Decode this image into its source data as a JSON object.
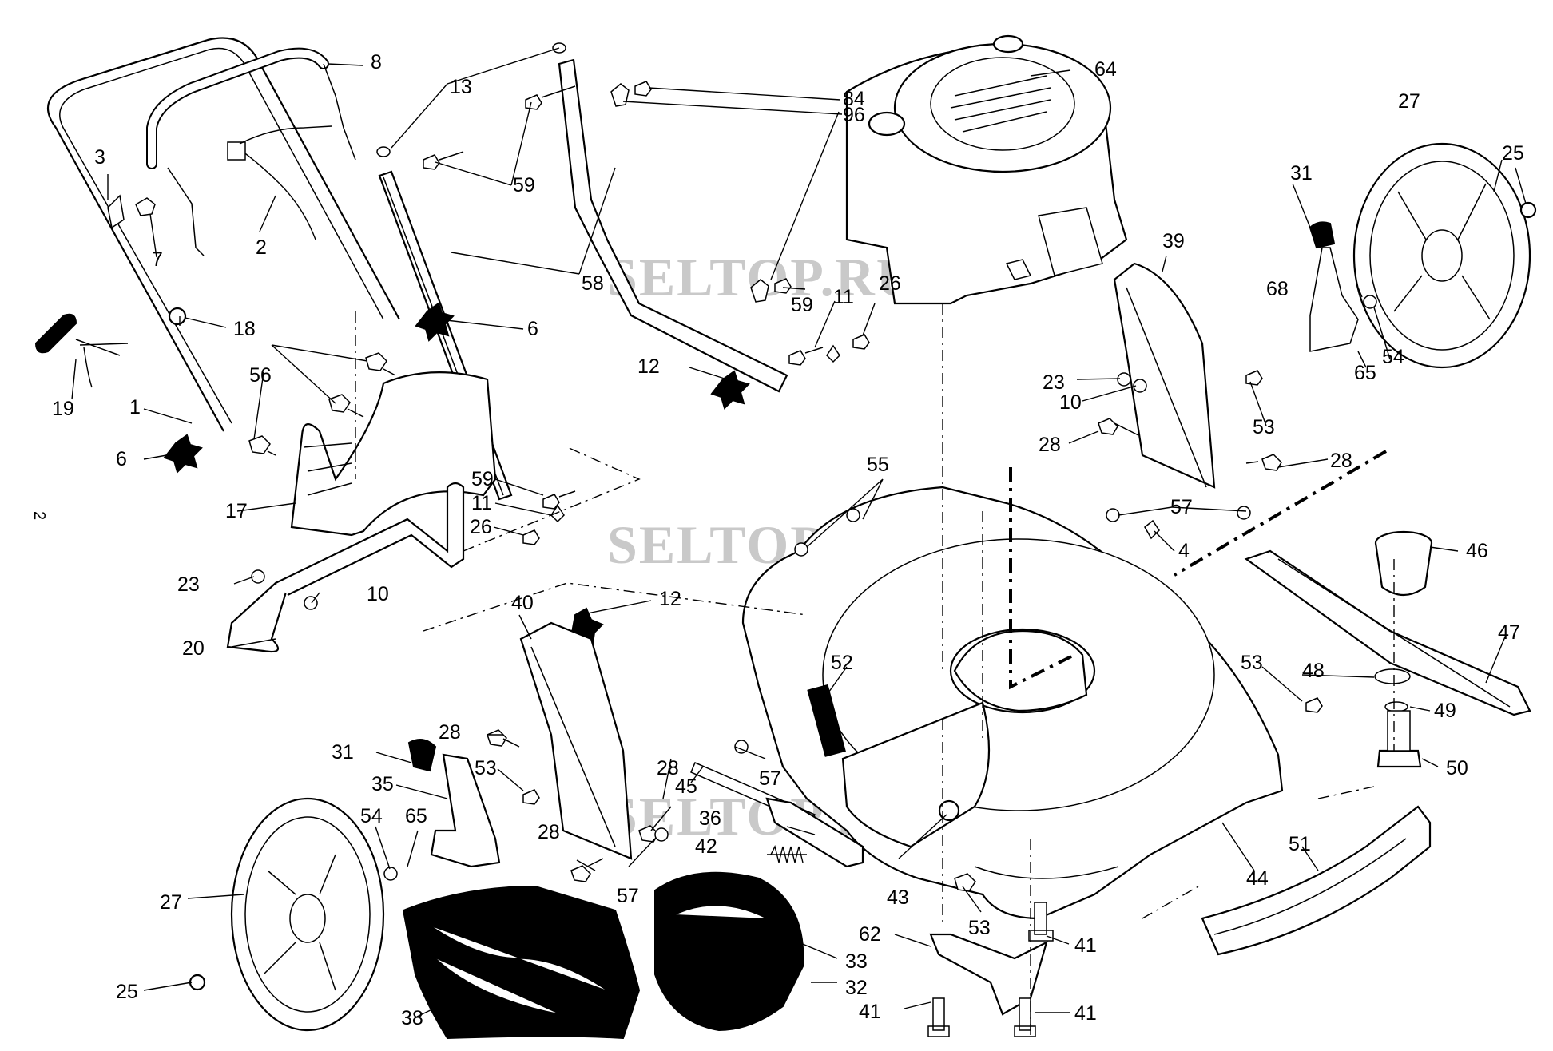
{
  "watermarks": [
    "SELTOP.RU",
    "SELTOP.RU",
    "SELTOP.RU"
  ],
  "page_number": "2",
  "labels": [
    {
      "id": "1",
      "text": "1"
    },
    {
      "id": "2",
      "text": "2"
    },
    {
      "id": "3",
      "text": "3"
    },
    {
      "id": "4",
      "text": "4"
    },
    {
      "id": "6a",
      "text": "6"
    },
    {
      "id": "6b",
      "text": "6"
    },
    {
      "id": "7",
      "text": "7"
    },
    {
      "id": "8",
      "text": "8"
    },
    {
      "id": "10a",
      "text": "10"
    },
    {
      "id": "10b",
      "text": "10"
    },
    {
      "id": "11a",
      "text": "11"
    },
    {
      "id": "11b",
      "text": "11"
    },
    {
      "id": "12a",
      "text": "12"
    },
    {
      "id": "12b",
      "text": "12"
    },
    {
      "id": "13",
      "text": "13"
    },
    {
      "id": "17",
      "text": "17"
    },
    {
      "id": "18",
      "text": "18"
    },
    {
      "id": "19",
      "text": "19"
    },
    {
      "id": "20",
      "text": "20"
    },
    {
      "id": "23a",
      "text": "23"
    },
    {
      "id": "23b",
      "text": "23"
    },
    {
      "id": "25a",
      "text": "25"
    },
    {
      "id": "25b",
      "text": "25"
    },
    {
      "id": "26a",
      "text": "26"
    },
    {
      "id": "26b",
      "text": "26"
    },
    {
      "id": "27a",
      "text": "27"
    },
    {
      "id": "27b",
      "text": "27"
    },
    {
      "id": "28a",
      "text": "28"
    },
    {
      "id": "28b",
      "text": "28"
    },
    {
      "id": "28c",
      "text": "28"
    },
    {
      "id": "28d",
      "text": "28"
    },
    {
      "id": "28e",
      "text": "28"
    },
    {
      "id": "31a",
      "text": "31"
    },
    {
      "id": "31b",
      "text": "31"
    },
    {
      "id": "32",
      "text": "32"
    },
    {
      "id": "33",
      "text": "33"
    },
    {
      "id": "35",
      "text": "35"
    },
    {
      "id": "36",
      "text": "36"
    },
    {
      "id": "38",
      "text": "38"
    },
    {
      "id": "39",
      "text": "39"
    },
    {
      "id": "40",
      "text": "40"
    },
    {
      "id": "41a",
      "text": "41"
    },
    {
      "id": "41b",
      "text": "41"
    },
    {
      "id": "41c",
      "text": "41"
    },
    {
      "id": "42",
      "text": "42"
    },
    {
      "id": "43",
      "text": "43"
    },
    {
      "id": "44",
      "text": "44"
    },
    {
      "id": "45",
      "text": "45"
    },
    {
      "id": "46",
      "text": "46"
    },
    {
      "id": "47",
      "text": "47"
    },
    {
      "id": "48",
      "text": "48"
    },
    {
      "id": "49",
      "text": "49"
    },
    {
      "id": "50",
      "text": "50"
    },
    {
      "id": "51",
      "text": "51"
    },
    {
      "id": "52",
      "text": "52"
    },
    {
      "id": "53a",
      "text": "53"
    },
    {
      "id": "53b",
      "text": "53"
    },
    {
      "id": "53c",
      "text": "53"
    },
    {
      "id": "53d",
      "text": "53"
    },
    {
      "id": "54a",
      "text": "54"
    },
    {
      "id": "54b",
      "text": "54"
    },
    {
      "id": "55",
      "text": "55"
    },
    {
      "id": "56",
      "text": "56"
    },
    {
      "id": "57a",
      "text": "57"
    },
    {
      "id": "57b",
      "text": "57"
    },
    {
      "id": "57c",
      "text": "57"
    },
    {
      "id": "58",
      "text": "58"
    },
    {
      "id": "59a",
      "text": "59"
    },
    {
      "id": "59b",
      "text": "59"
    },
    {
      "id": "59c",
      "text": "59"
    },
    {
      "id": "62",
      "text": "62"
    },
    {
      "id": "64",
      "text": "64"
    },
    {
      "id": "65a",
      "text": "65"
    },
    {
      "id": "65b",
      "text": "65"
    },
    {
      "id": "68",
      "text": "68"
    },
    {
      "id": "84",
      "text": "84"
    },
    {
      "id": "96",
      "text": "96"
    }
  ]
}
